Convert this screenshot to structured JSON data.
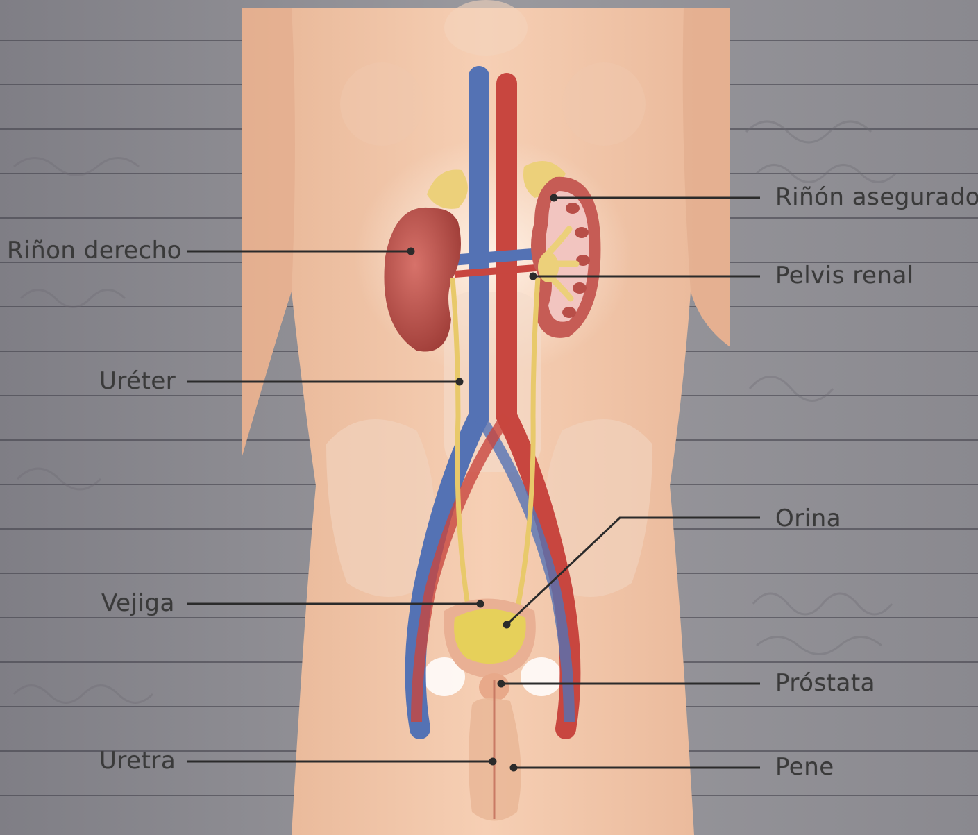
{
  "colors": {
    "paper": "#8f8e93",
    "rule": "#3d3c46",
    "skin": "#f2c4a6",
    "kidney": "#b94e48",
    "vein": "#4e6fb0",
    "artery": "#c8463f",
    "ureter": "#e8c96a",
    "urine": "#e9d04c",
    "leader": "#2b2b2b",
    "label_text": "#3a3a3a"
  },
  "labels": {
    "rinon_derecho": "Riñon derecho",
    "ureter": "Uréter",
    "vejiga": "Vejiga",
    "uretra": "Uretra",
    "rinon_asegurado": "Riñón asegurado",
    "pelvis_renal": "Pelvis renal",
    "orina": "Orina",
    "prostata": "Próstata",
    "pene": "Pene"
  }
}
